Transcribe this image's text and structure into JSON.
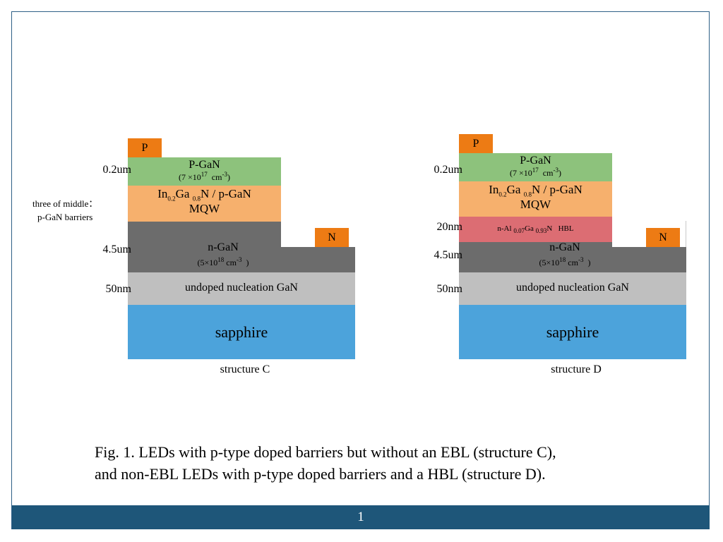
{
  "page_number": "1",
  "caption": {
    "line1": "Fig. 1. LEDs with p-type doped barriers but without an EBL (structure C),",
    "line2": "and non-EBL LEDs with p-type doped barriers and a HBL (structure D)."
  },
  "structure_c": {
    "name": "structure C",
    "p_pad": "P",
    "n_pad": "N",
    "pgan_name": "P-GaN",
    "pgan_doping_pre": "(7 ×10",
    "pgan_doping_exp": "17",
    "pgan_doping_mid": "  cm",
    "pgan_doping_exp2": "-3",
    "pgan_doping_post": ")",
    "mqw_in": "In",
    "mqw_in_sub": "0.2",
    "mqw_ga": "Ga ",
    "mqw_ga_sub": "0.8",
    "mqw_rest": "N / p-GaN",
    "mqw_line2": "MQW",
    "ngan_name": "n-GaN",
    "ngan_doping_pre": "(5×10",
    "ngan_doping_exp": "18",
    "ngan_doping_mid": " cm",
    "ngan_doping_exp2": "-3",
    "ngan_doping_post": "  )",
    "nucleation": "undoped nucleation GaN",
    "sapphire": "sapphire",
    "thickness_pgan": "0.2um",
    "barrier_note_line1": "three of middle：",
    "barrier_note_line2": "p-GaN barriers",
    "thickness_ngan": "4.5um",
    "thickness_nucleation": "50nm"
  },
  "structure_d": {
    "name": "structure D",
    "p_pad": "P",
    "n_pad": "N",
    "pgan_name": "P-GaN",
    "pgan_doping_pre": "(7 ×10",
    "pgan_doping_exp": "17",
    "pgan_doping_mid": "  cm",
    "pgan_doping_exp2": "-3",
    "pgan_doping_post": ")",
    "mqw_in": "In",
    "mqw_in_sub": "0.2",
    "mqw_ga": "Ga ",
    "mqw_ga_sub": "0.8",
    "mqw_rest": "N / p-GaN",
    "mqw_line2": "MQW",
    "hbl_pre": "n-Al ",
    "hbl_al_sub": "0.07",
    "hbl_ga": "Ga ",
    "hbl_ga_sub": "0.93",
    "hbl_post": "N   HBL",
    "ngan_name": "n-GaN",
    "ngan_doping_pre": "(5×10",
    "ngan_doping_exp": "18",
    "ngan_doping_mid": " cm",
    "ngan_doping_exp2": "-3",
    "ngan_doping_post": "  )",
    "nucleation": "undoped nucleation GaN",
    "sapphire": "sapphire",
    "thickness_pgan": "0.2um",
    "thickness_hbl": "20nm",
    "thickness_ngan": "4.5um",
    "thickness_nucleation": "50nm"
  },
  "colors": {
    "pad": "#ed7b14",
    "pgan": "#8dc27c",
    "mqw": "#f6b06d",
    "hbl": "#dc6d73",
    "ngan": "#6c6c6c",
    "nucleation": "#bfbfbf",
    "sapphire": "#4ca3db",
    "footer": "#1e5679"
  }
}
